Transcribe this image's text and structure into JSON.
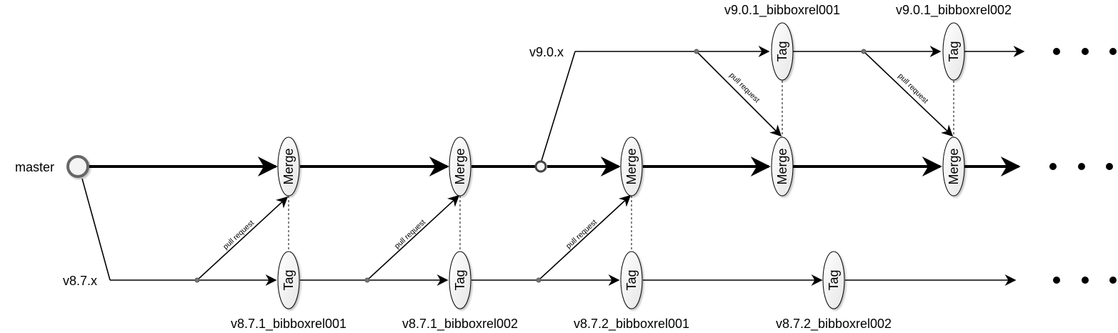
{
  "branches": {
    "master": "master",
    "v87x": "v8.7.x",
    "v90x": "v9.0.x"
  },
  "nodes": {
    "merge": "Merge",
    "tag": "Tag"
  },
  "tags": {
    "v8_7_1_001": "v8.7.1_bibboxrel001",
    "v8_7_1_002": "v8.7.1_bibboxrel002",
    "v8_7_2_001": "v8.7.2_bibboxrel001",
    "v8_7_2_002": "v8.7.2_bibboxrel002",
    "v9_0_1_001": "v9.0.1_bibboxrel001",
    "v9_0_1_002": "v9.0.1_bibboxrel002"
  },
  "edges": {
    "pull_request": "pull request"
  }
}
